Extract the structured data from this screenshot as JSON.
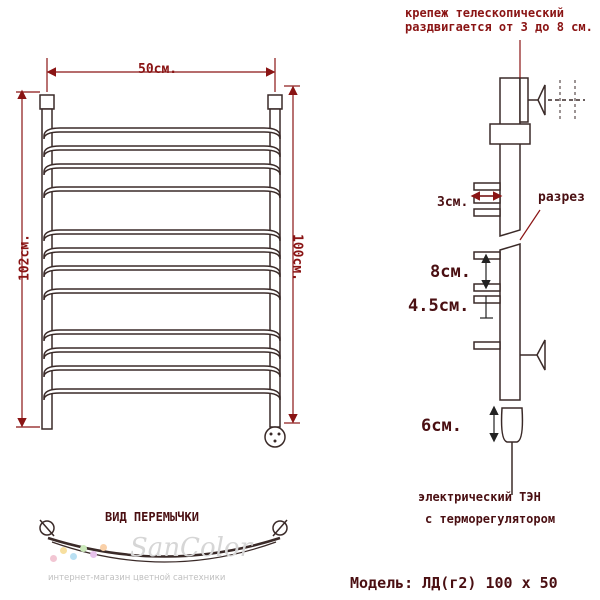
{
  "front_view": {
    "width_label": "50см.",
    "total_height_label": "102см.",
    "height_label": "100см."
  },
  "side_view": {
    "mount_note_line1": "крепеж телескопический",
    "mount_note_line2": "раздвигается от 3 до 8 см.",
    "gap_3_label": "3см.",
    "section_label": "разрез",
    "gap_8_label": "8см.",
    "gap_45_label": "4.5см.",
    "heater_6_label": "6см.",
    "heater_note_line1": "электрический   ТЭН",
    "heater_note_line2": "с терморегулятором"
  },
  "bridge_view": {
    "title": "ВИД ПЕРЕМЫЧКИ"
  },
  "watermark": {
    "brand": "SanColor",
    "tagline": "интернет-магазин цветной сантехники"
  },
  "model": {
    "label": "Модель: ЛД(г2) 100 х 50"
  },
  "colors": {
    "line": "#3a2a28",
    "dim": "#8a1414",
    "text": "#4a0f12"
  }
}
